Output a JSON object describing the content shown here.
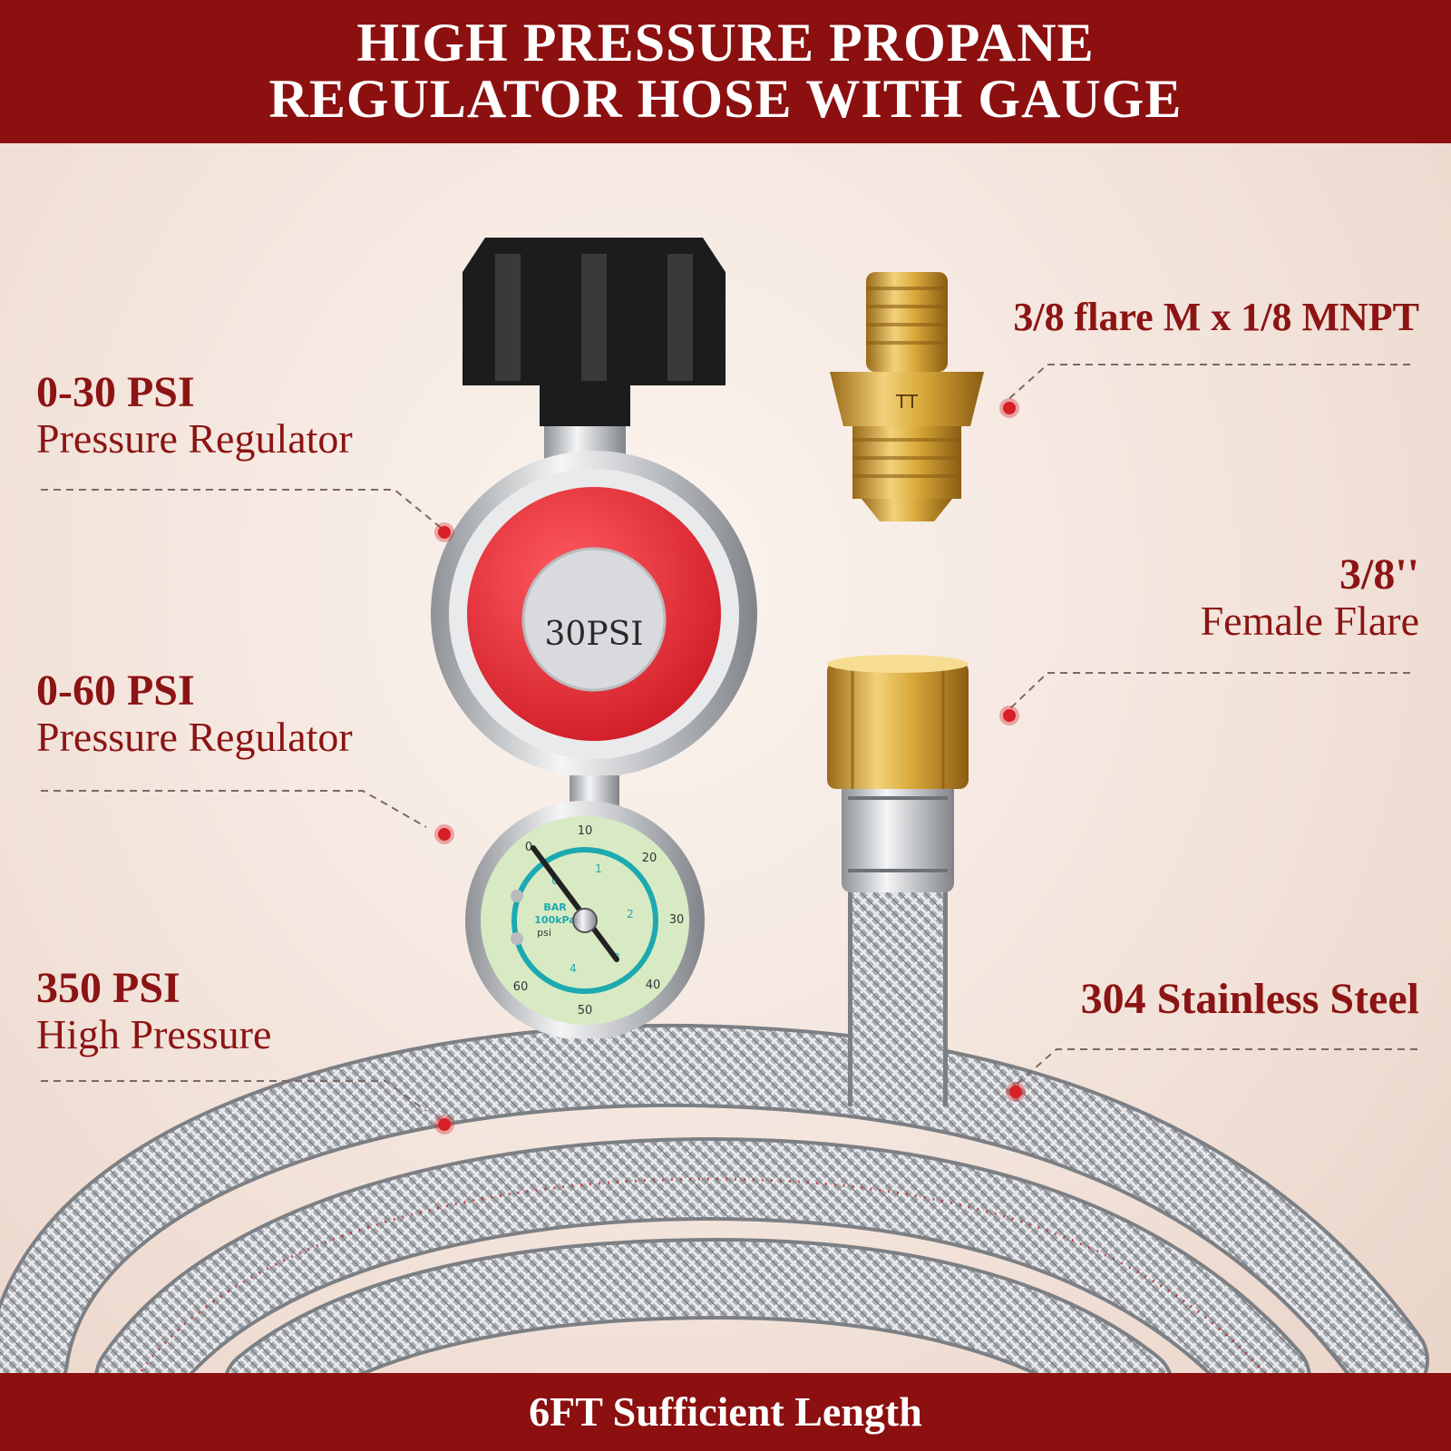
{
  "header": {
    "title_line1": "HIGH PRESSURE PROPANE",
    "title_line2": "REGULATOR HOSE WITH GAUGE"
  },
  "callouts": {
    "regulator_30": {
      "value": "0-30 PSI",
      "desc": "Pressure Regulator"
    },
    "regulator_60": {
      "value": "0-60 PSI",
      "desc": "Pressure Regulator"
    },
    "high_pressure": {
      "value": "350 PSI",
      "desc": "High Pressure"
    },
    "fitting": {
      "value": "3/8 flare M x 1/8 MNPT"
    },
    "female_flare": {
      "value": "3/8''",
      "desc": "Female Flare"
    },
    "hose_material": {
      "value": "304 Stainless Steel"
    }
  },
  "regulator": {
    "dial_text": "30PSI"
  },
  "gauge": {
    "outer_ticks": [
      "0",
      "10",
      "20",
      "30",
      "40",
      "50",
      "60"
    ],
    "inner_ticks": [
      "0",
      "1",
      "2",
      "3",
      "4"
    ],
    "unit_bar": "BAR",
    "unit_kpa": "100kPa",
    "unit_psi": "psi"
  },
  "footer": {
    "text": "6FT Sufficient Length"
  },
  "colors": {
    "brand_red": "#8c1010",
    "callout_dot": "#d81f26",
    "brass": "#d9a83a",
    "gauge_face": "#d8eac4"
  }
}
